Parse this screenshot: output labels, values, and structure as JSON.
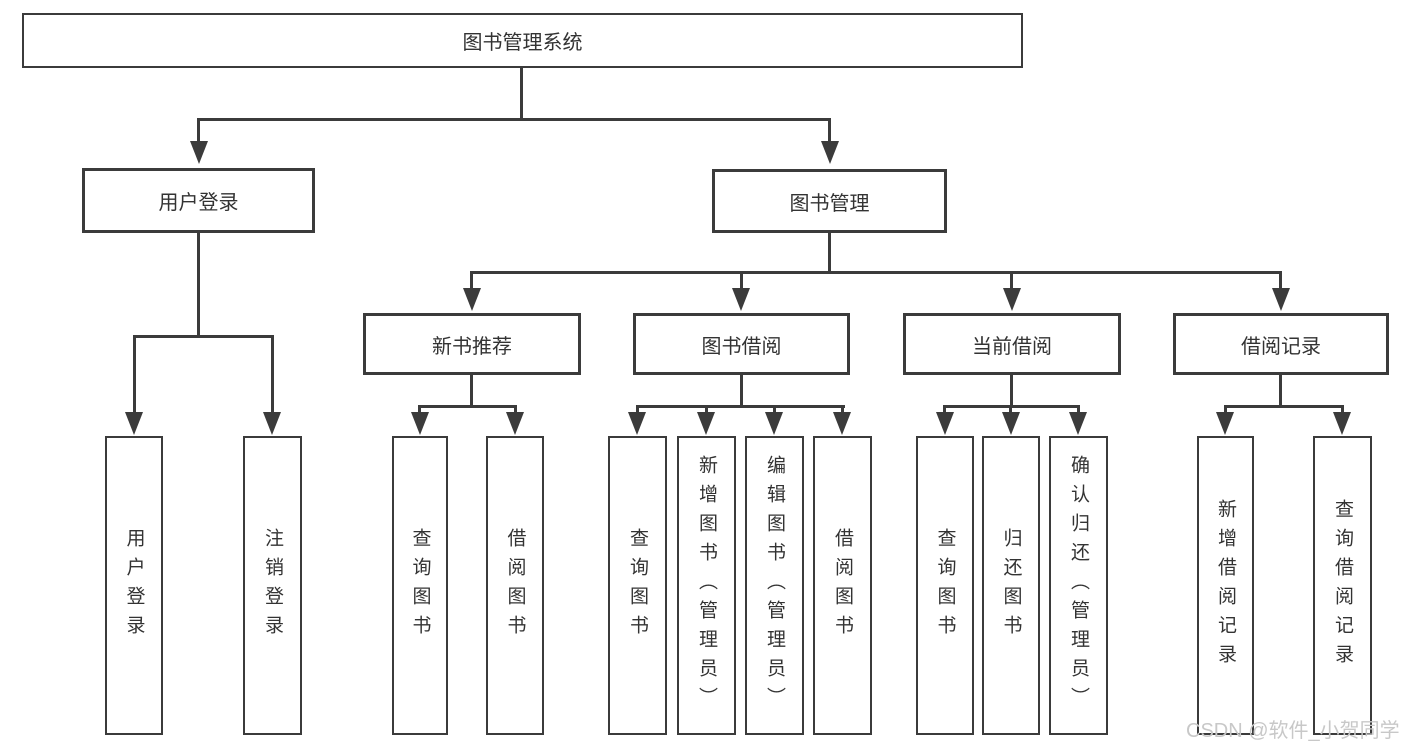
{
  "diagram": {
    "root_label": "图书管理系统",
    "level2": [
      {
        "label": "用户登录"
      },
      {
        "label": "图书管理"
      }
    ],
    "level3": [
      {
        "label": "新书推荐"
      },
      {
        "label": "图书借阅"
      },
      {
        "label": "当前借阅"
      },
      {
        "label": "借阅记录"
      }
    ],
    "leaves": {
      "user_login": [
        "用户登录",
        "注销登录"
      ],
      "new_book": [
        "查询图书",
        "借阅图书"
      ],
      "borrow": [
        "查询图书",
        "新增图书（管理员）",
        "编辑图书（管理员）",
        "借阅图书"
      ],
      "current": [
        "查询图书",
        "归还图书",
        "确认归还（管理员）"
      ],
      "records": [
        "新增借阅记录",
        "查询借阅记录"
      ]
    }
  },
  "watermark": {
    "text": "CSDN @软件_小贺同学"
  },
  "colors": {
    "line": "#3b3b3b",
    "text": "#333333",
    "wm": "#c8c8c8",
    "bg": "#ffffff"
  }
}
